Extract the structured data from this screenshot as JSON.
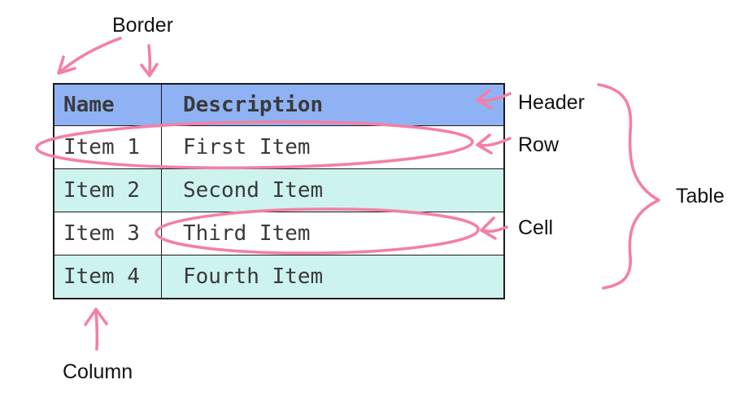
{
  "diagram": {
    "labels": {
      "border": "Border",
      "header": "Header",
      "row": "Row",
      "cell": "Cell",
      "table": "Table",
      "column": "Column"
    }
  },
  "table": {
    "columns": [
      "Name",
      "Description"
    ],
    "rows": [
      [
        "Item 1",
        "First Item"
      ],
      [
        "Item 2",
        "Second Item"
      ],
      [
        "Item 3",
        "Third Item"
      ],
      [
        "Item 4",
        "Fourth Item"
      ]
    ]
  },
  "colors": {
    "header_bg": "#8FB2F4",
    "stripe_bg": "#CDF3EE",
    "annotation": "#F47FA5",
    "border": "#1B1B1B",
    "cell_text": "#3A3A3A",
    "label_text": "#121212"
  }
}
